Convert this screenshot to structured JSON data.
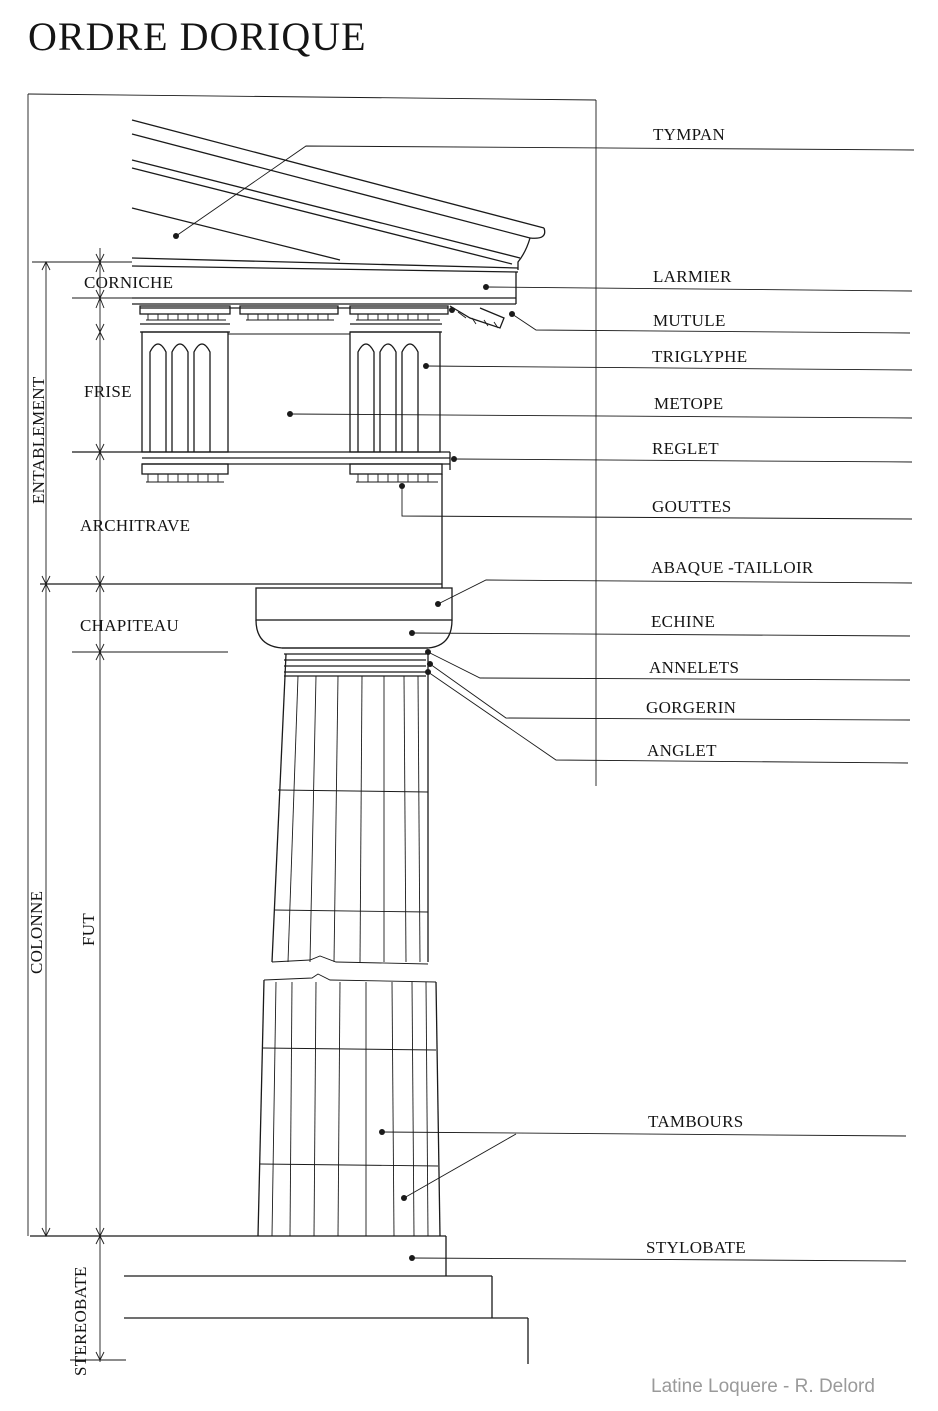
{
  "title": "ORDRE DORIQUE",
  "labels": {
    "tympan": "TYMPAN",
    "larmier": "LARMIER",
    "mutule": "MUTULE",
    "triglyphe": "TRIGLYPHE",
    "metope": "METOPE",
    "reglet": "REGLET",
    "gouttes": "GOUTTES",
    "abaque": "ABAQUE -TAILLOIR",
    "echine": "ECHINE",
    "annelets": "ANNELETS",
    "gorgerin": "GORGERIN",
    "anglet": "ANGLET",
    "tambours": "TAMBOURS",
    "stylobate": "STYLOBATE"
  },
  "sections": {
    "corniche": "CORNICHE",
    "frise": "FRISE",
    "architrave": "ARCHITRAVE",
    "chapiteau": "CHAPITEAU",
    "fut": "FUT",
    "entablement": "ENTABLEMENT",
    "colonne": "COLONNE",
    "stereobate": "STEREOBATE"
  },
  "credit": "Latine Loquere - R. Delord"
}
